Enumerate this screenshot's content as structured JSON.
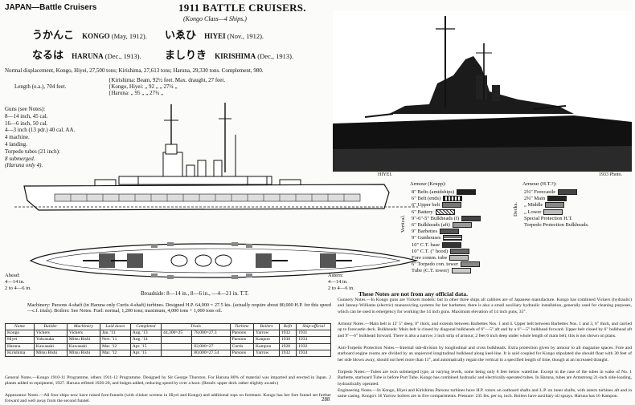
{
  "header": {
    "country_section": "JAPAN—Battle Cruisers",
    "year_title": "1911   BATTLE CRUISERS.",
    "subtitle": "(Kongo Class—4 Ships.)",
    "page_number": "288"
  },
  "ships": [
    {
      "kana": "うかんこ",
      "name": "KONGO",
      "date": "(May, 1912)."
    },
    {
      "kana": "いゑひ",
      "name": "HIYEI",
      "date": "(Nov., 1912)."
    },
    {
      "kana": "なるは",
      "name": "HARUNA",
      "date": "(Dec., 1913)."
    },
    {
      "kana": "ましりき",
      "name": "KIRISHIMA",
      "date": "(Dec., 1913)."
    }
  ],
  "specs": {
    "displacement": "Normal displacement, Kongo, Hiyei, 27,500 tons; Kirishima, 27,613 tons; Haruna, 29,330 tons. Complement, 980.",
    "length": "Length (o.a.), 704 feet.",
    "beam_rows": [
      "{Kirishima:   Beam, 92½ feet.   Max. draught, 27 feet.",
      "{Kongo, Hiyei:   „   92   „   „   27¼   „",
      "{Haruna:   „   95   „   „   27¾   „"
    ]
  },
  "armament": {
    "title": "Guns (see Notes):",
    "lines": [
      "8—14 inch, 45 cal.",
      "16—6 inch, 50 cal.",
      "4—3 inch (13 pdr.) 40 cal. AA.",
      "4 machine.",
      "4 landing.",
      "Torpedo tubes (21 inch):",
      "8 submerged.",
      "(Haruna only 4)."
    ]
  },
  "ahead": [
    "Ahead:",
    "4—14 in.",
    "2 to 4—6 in."
  ],
  "astern": [
    "Astern:",
    "4—14 in.",
    "2 to 4—6 in."
  ],
  "broadside": "Broadside:  8—14 in., 8—6 in., —4—21 in. T.T.",
  "photo": {
    "left_caption": "HIYEI.",
    "right_caption": "1933 Photo."
  },
  "armour_legend": {
    "title": "Armour (Krupp):",
    "vertical_label": "Vertical.",
    "items": [
      "8\" Belts (amidships)",
      "6\" Belt (ends)",
      "6\" Upper belt",
      "6\" Battery",
      "9\"-6\"-5\" Bulkheads (f)",
      "6\" Bulkheads (aft)",
      "9\" Barbettes",
      "9\" Gunhouses",
      "10\" C.T. base",
      "10\" C.T. (\" hood)",
      "Fore comm. tube",
      "6\" Torpedo con. tower",
      "Tube (C.T. tower)"
    ]
  },
  "armour_ht": {
    "title": "Armour (H.T.?):",
    "decks_label": "Decks.",
    "items": [
      "2¾\" Forecastle",
      "2¾\" Main",
      "   „  Middle",
      "   „  Lower",
      "Special Protection H.T.",
      "Torpedo Protection Bulkheads."
    ]
  },
  "not_official": "These Notes are not from any official data.",
  "machinery": "Machinery: Parsons 4-shaft (in Haruna only Curtis 4-shaft) turbines.  Designed H.P. 64,000 = 27.5 kts. (actually require about 80,000 H.P. for this speed—c.f. trials).  Boilers: See Notes. Fuel: normal, 1,200 tons; maximum, 4,000 tons + 1,000 tons oil.",
  "table": {
    "headers": [
      "Name",
      "Builder",
      "Machinery",
      "Laid down",
      "Completed",
      "Trials",
      "",
      "Turbine",
      "Boilers",
      "Refit",
      "Ship-official"
    ],
    "rows": [
      [
        "Kongo",
        "Vickers",
        "Vickers",
        "Jan. '11",
        "Aug. '13",
        "44,300=25",
        "78,000=27.3",
        "Parsons",
        "Yarrow",
        "1932",
        "1931"
      ],
      [
        "Hiyei",
        "Yokosuka",
        "Mitsu Bishi",
        "Nov. '11",
        "Aug. '14",
        "",
        "",
        "Parsons",
        "Kanpon",
        "1930",
        "1933"
      ],
      [
        "Haruna",
        "Kawasaki",
        "Kawasaki",
        "Mar. '12",
        "Apr. '15",
        "",
        "82,000=27",
        "Curtis",
        "Kampon",
        "1928",
        "1932"
      ],
      [
        "Kirishima",
        "Mitsu Bishi",
        "Mitsu Bishi",
        "Mar. '12",
        "Apr. '15",
        "",
        "80,000=27.54",
        "Parsons",
        "Yarrow",
        "1932",
        "1934"
      ]
    ]
  },
  "notes": {
    "general": "General Notes.—Kongo 1910-11 Programme, others 1911-12 Programme. Designed by Sir George Thurston. For Haruna 80% of material was imported and erected in Japan. 2 planes added to equipment, 1927. Haruna refitted 1926-28, and bulges added, reducing speed by over a knot. (Result: upper deck rather slightly awash.)",
    "appearance": "Appearance Notes.—All four ships now have raised fore-funnels (with clinker screens in Hiyei and Kongo) and additional tops on foremast. Kongo has her fore funnel set further forward and well away from the second funnel.",
    "gunnery": "Gunnery Notes.—In Kongo guns are Vickers models: but in other three ships all calibres are of Japanese manufacture. Kongo has combined Vickers (hydraulic) and Janney-Williams (electric) manoeuvring systems for her barbettes; there is also a small auxiliary hydraulic installation, generally used for cleaning purposes, which can be used in emergency for working the 14 inch guns. Maximum elevation of 14 inch guns, 35°.",
    "armour": "Armour Notes.—Main belt is 12' 5\" deep, 8\" thick, and extends between Barbettes Nos. 1 and 4. Upper belt between Barbettes Nos. 1 and 3, 6\" thick, and carried up to forecastle deck. Bulkheads: Main belt is closed by diagonal bulkheads of 6\"—5\" aft and by a 6\"—5\" bulkhead forward. Upper belt closed by 6\" bulkhead aft and 9\"—6\" bulkhead forward. There is also a narrow 3 inch strip of armour, 2 feet 6 inch deep under whole length of main belt; this is not shown on plans.",
    "anti_torpedo": "Anti-Torpedo Protection Notes.—Internal sub-division by longitudinal and cross bulkheads. Extra protection given by armour to all magazine spaces. Fore and starboard engine rooms are divided by an unpierced longitudinal bulkhead along keel-line. It is said coupled for Kongo stipulated she should float with 30 feet of her side blown away, should not heel more than 11°, and automatically regain the vertical in a specified length of time, though at an increased draught.",
    "torpedo": "Torpedo Notes.—Tubes are twin submerged type, at varying levels, some being only 8 feet below waterline. Except in the case of the tubes in wake of No. 1 Barbette, starboard Tube is before Port Tube. Kongo has combined hydraulic and electrically-operated tubes. In Haruna, tubes are Armstrong 21-inch side-loading, hydraulically operated.",
    "engineering": "Engineering Notes.—In Kongo, Hiyei and Kirishima Parsons turbines have H.P. rotors on outboard shafts and L.P. on inner shafts, with astern turbines aft and in same casing. Kongo's 36 Yarrow boilers are in five compartments. Pressure: 235 lbs. per sq. inch. Boilers have auxiliary oil sprays. Haruna has 16 Kampon."
  }
}
